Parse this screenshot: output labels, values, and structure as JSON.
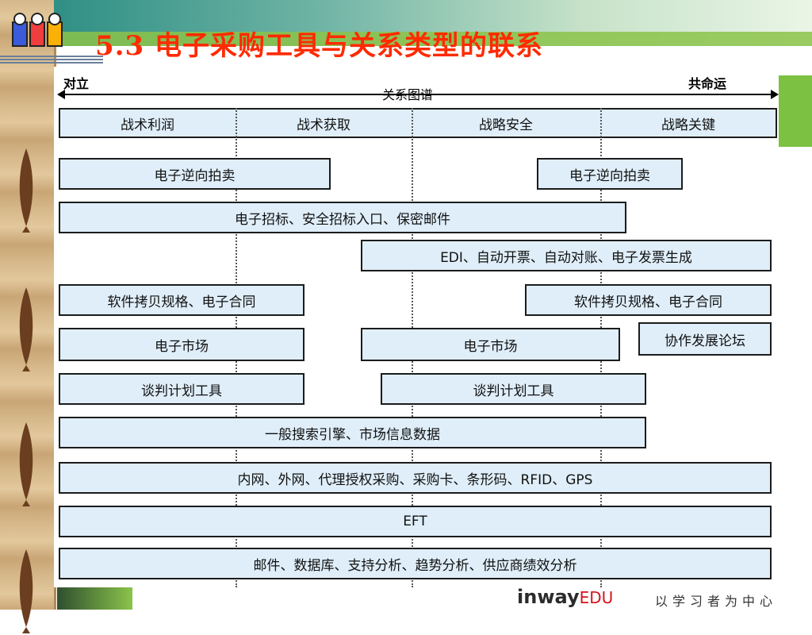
{
  "title": "5.3 电子采购工具与关系类型的联系",
  "axis": {
    "left_label": "对立",
    "right_label": "共命运",
    "center_label": "关系图谱"
  },
  "categories": [
    "战术利润",
    "战术获取",
    "战略安全",
    "战略关键"
  ],
  "rows": [
    {
      "left": "电子逆向拍卖",
      "right": "电子逆向拍卖"
    },
    {
      "full": "电子招标、安全招标入口、保密邮件"
    },
    {
      "full": "EDI、自动开票、自动对账、电子发票生成"
    },
    {
      "left": "软件拷贝规格、电子合同",
      "right": "软件拷贝规格、电子合同"
    },
    {
      "left": "电子市场",
      "mid": "电子市场",
      "right": "协作发展论坛"
    },
    {
      "left": "谈判计划工具",
      "mid": "谈判计划工具"
    },
    {
      "full": "一般搜索引擎、市场信息数据"
    },
    {
      "full": "内网、外网、代理授权采购、采购卡、条形码、RFID、GPS"
    },
    {
      "full": "EFT"
    },
    {
      "full": "邮件、数据库、支持分析、趋势分析、供应商绩效分析"
    }
  ],
  "footer": {
    "brand_main": "inway",
    "brand_edu": "EDU",
    "slogan": "以学习者为中心"
  },
  "colors": {
    "title": "#ff2a00",
    "box_fill": "#dfeef9",
    "box_border": "#1c1c1c",
    "accent_green": "#7cc142"
  }
}
